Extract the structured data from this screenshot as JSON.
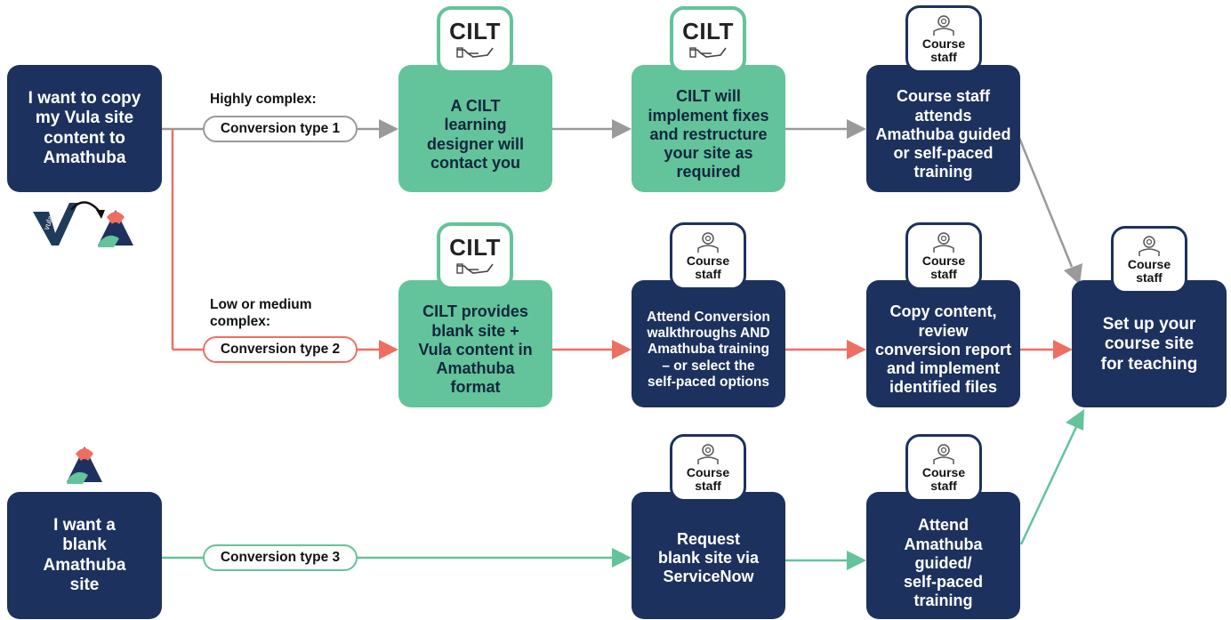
{
  "colors": {
    "navy": "#1d315e",
    "green": "#63c39a",
    "red": "#ee6f62",
    "gray": "#9a9a9a"
  },
  "badges": {
    "cilt": "CILT",
    "staff": "Course\nstaff"
  },
  "start": {
    "copy": "I want to copy\nmy Vula site\ncontent to\nAmathuba",
    "blank": "I want a\nblank\nAmathuba\nsite",
    "vula_logo_text": "vula"
  },
  "labels": {
    "highly_complex": "Highly complex:",
    "low_medium": "Low or medium\ncomplex:"
  },
  "pills": {
    "type1": "Conversion type 1",
    "type2": "Conversion type 2",
    "type3": "Conversion type 3"
  },
  "row1": {
    "step1": "A CILT\nlearning\ndesigner will\ncontact you",
    "step2": "CILT will\nimplement fixes\nand restructure\nyour site as\nrequired",
    "step3": "Course staff\nattends\nAmathuba guided\nor self-paced\ntraining"
  },
  "row2": {
    "step1": "CILT provides\nblank site +\nVula content in\nAmathuba\nformat",
    "step2": "Attend Conversion\nwalkthroughs AND\nAmathuba training\n– or select the\nself-paced options",
    "step3": "Copy content,\nreview\nconversion report\nand implement\nidentified files"
  },
  "row3": {
    "step1": "Request\nblank site via\nServiceNow",
    "step2": "Attend\nAmathuba\nguided/\nself-paced\ntraining"
  },
  "final": "Set up your\ncourse site\nfor teaching"
}
